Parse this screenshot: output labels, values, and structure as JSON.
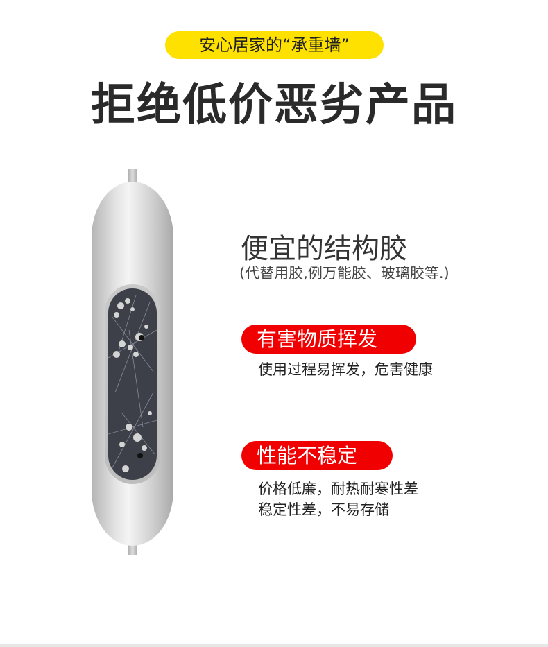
{
  "badge": "安心居家的“承重墙”",
  "title": "拒绝低价恶劣产品",
  "product": {
    "heading": "便宜的结构胶",
    "subheading": "(代替用胶,例万能胶、玻璃胶等.)"
  },
  "callouts": [
    {
      "label": "有害物质挥发",
      "lines": [
        "使用过程易挥发，危害健康"
      ]
    },
    {
      "label": "性能不稳定",
      "lines": [
        "价格低廉，耐热耐寒性差",
        "稳定性差，不易存储"
      ]
    }
  ],
  "colors": {
    "badge": "#ffe100",
    "pill": "#f00000",
    "title": "#2a2a2a"
  }
}
